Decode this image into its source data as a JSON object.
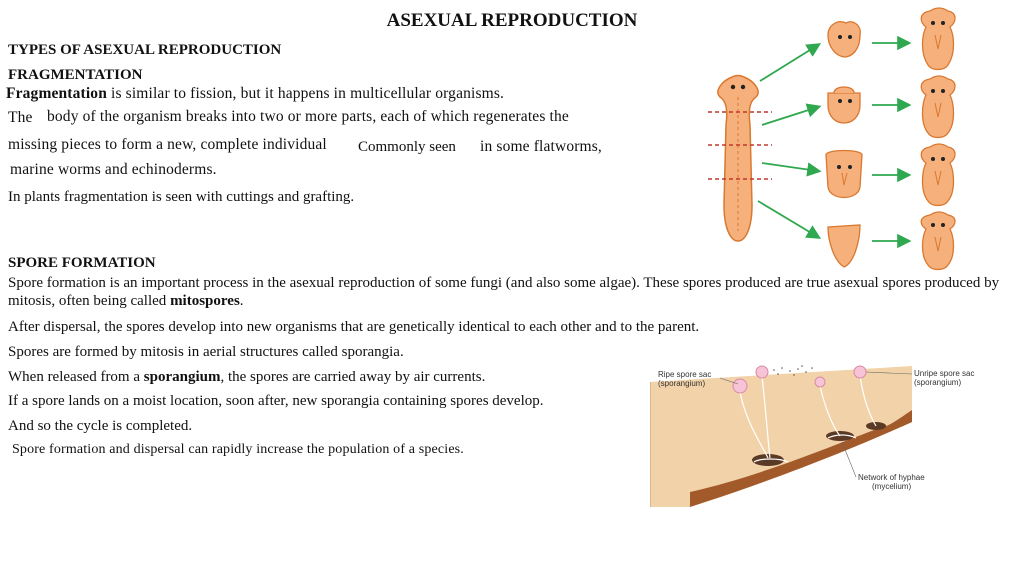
{
  "slide": {
    "title": "ASEXUAL REPRODUCTION",
    "types_heading": "TYPES OF ASEXUAL REPRODUCTION",
    "fragmentation_heading": "FRAGMENTATION",
    "frag_line1_bold": "Fragmentation",
    "frag_line1_rest": " is similar to fission, but it happens in multicellular organisms.",
    "frag_line2_a": "The",
    "frag_line2_b": "body of the organism breaks into two or more parts, each of which regenerates the",
    "frag_line3_a": "missing pieces to form a new, complete individual",
    "frag_line3_b": "Commonly seen",
    "frag_line3_c": "in some flatworms,",
    "frag_line4": "marine worms and echinoderms.",
    "frag_plants": "In plants fragmentation is seen with cuttings and grafting.",
    "spore_heading": "SPORE FORMATION",
    "spore_p1_a": "Spore formation is an important process in the asexual reproduction of some fungi (and also some algae). These spores produced are true asexual spores produced by mitosis, often being called ",
    "spore_p1_bold": "mitospores",
    "spore_p1_end": ".",
    "spore_p2": "After dispersal, the spores develop into new organisms that are genetically identical to each other and to the parent.",
    "spore_p3": "Spores are formed by mitosis in aerial structures called sporangia.",
    "spore_p4_a": "When released from a ",
    "spore_p4_bold": "sporangium",
    "spore_p4_end": ", the spores are carried away by air currents.",
    "spore_p5": "If a spore lands on a moist location, soon after, new sporangia containing spores develop.",
    "spore_p6": "And so the cycle is completed.",
    "spore_p7": "Spore formation and dispersal can rapidly increase the population of a species."
  },
  "figure_spore": {
    "label_ripe_1": "Ripe spore sac",
    "label_ripe_2": "(sporangium)",
    "label_unripe_1": "Unripe spore sac",
    "label_unripe_2": "(sporangium)",
    "label_hyphae_1": "Network of hyphae",
    "label_hyphae_2": "(mycelium)"
  },
  "colors": {
    "worm_fill": "#f6b07c",
    "worm_stroke": "#d9782f",
    "arrow": "#2fa84f",
    "cut_line": "#c0392b",
    "soil_top": "#f2d2a8",
    "soil_side": "#a25a2a"
  }
}
